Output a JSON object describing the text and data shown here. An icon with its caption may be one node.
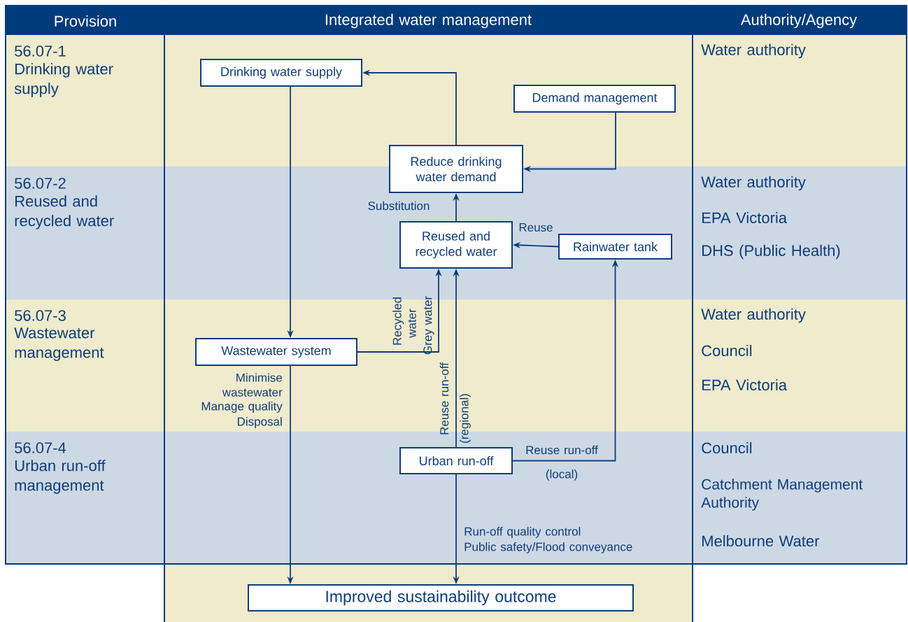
{
  "diagram": {
    "nodes": [
      {
        "text": [
          "Drinking water supply"
        ]
      },
      {
        "text": [
          "Demand management"
        ]
      },
      {
        "text": [
          "Reduce drinking water demand"
        ]
      },
      {
        "text": [
          "Reused and recycled water"
        ]
      },
      {
        "text": [
          "Rainwater tank"
        ]
      },
      {
        "text": [
          "Wastewater system"
        ]
      },
      {
        "text": [
          "Urban run-off"
        ]
      },
      {
        "text": [
          "Improved sustainability outcome"
        ]
      }
    ],
    "edges": [
      {
        "from": 2,
        "to": 0,
        "arrow": "to"
      },
      {
        "from": 1,
        "to": 2,
        "arrow": "to"
      },
      {
        "from": 3,
        "to": 2,
        "arrow": "to",
        "label": "Substitution"
      },
      {
        "from": 4,
        "to": 3,
        "arrow": "to",
        "label": "Reuse"
      },
      {
        "from": 0,
        "to": 5,
        "arrow": "to"
      },
      {
        "from": 5,
        "to": 3,
        "arrow": "to",
        "label": "Recycled water"
      },
      {
        "from": 6,
        "to": 3,
        "arrow": "to",
        "label": "Reuse run-off"
      },
      {
        "from": 6,
        "to": 4,
        "arrow": "to",
        "label": "Reuse run-off"
      },
      {
        "from": 5,
        "to": 7,
        "arrow": "to",
        "label": "Minimise wastewater"
      },
      {
        "from": 6,
        "to": 7,
        "arrow": "to",
        "label": "Run-off quality control"
      }
    ],
    "labels": [
      "Provision",
      "Integrated water management",
      "Authority/Agency",
      "56.07-1",
      "Drinking water supply",
      "Water authority",
      "56.07-2",
      "Reused and recycled water",
      "Water authority",
      "EPA Victoria",
      "DHS (Public Health)",
      "56.07-3",
      "Wastewater management",
      "Water authority",
      "Council",
      "EPA Victoria",
      "56.07-4",
      "Urban run-off management",
      "Council",
      "Catchment Management Authority",
      "Melbourne Water",
      "Grey water",
      "(regional)",
      "(local)",
      "Manage quality",
      "Disposal",
      "Public safety/Flood conveyance"
    ]
  }
}
